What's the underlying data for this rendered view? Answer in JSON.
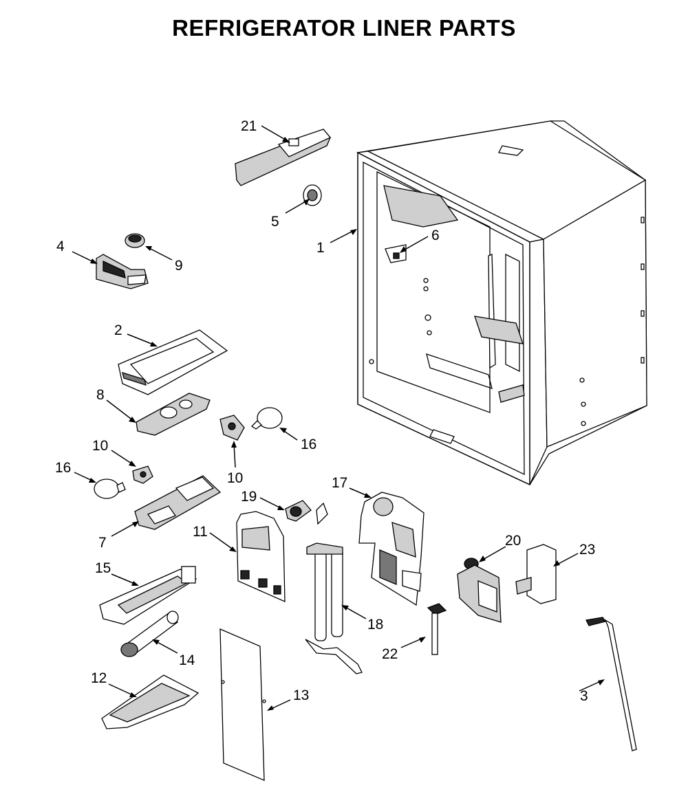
{
  "title": "REFRIGERATOR LINER PARTS",
  "callouts": {
    "p1": "1",
    "p2": "2",
    "p3": "3",
    "p4": "4",
    "p5": "5",
    "p6": "6",
    "p7": "7",
    "p8": "8",
    "p9": "9",
    "p10a": "10",
    "p10b": "10",
    "p11": "11",
    "p12": "12",
    "p13": "13",
    "p14": "14",
    "p15": "15",
    "p16a": "16",
    "p16b": "16",
    "p17": "17",
    "p18": "18",
    "p19": "19",
    "p20": "20",
    "p21": "21",
    "p22": "22",
    "p23": "23"
  }
}
